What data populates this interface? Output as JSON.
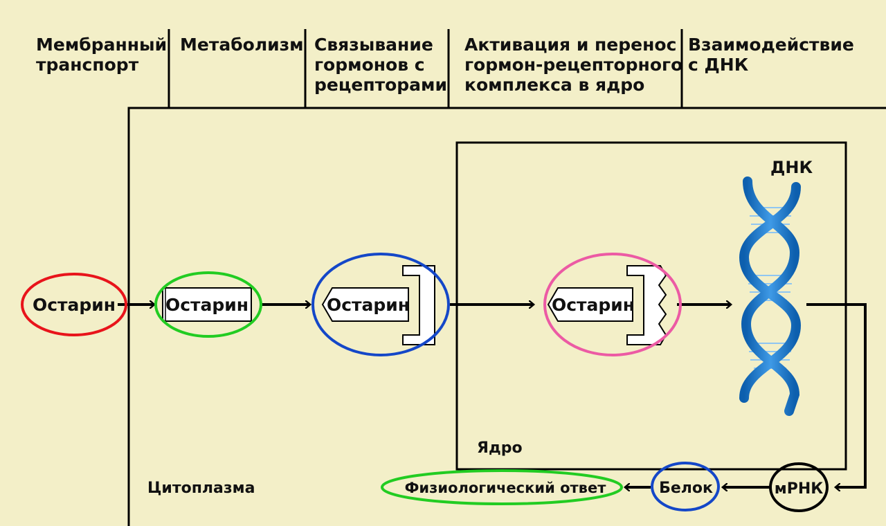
{
  "stages": [
    "Мембранный\nтранспорт",
    "Метаболизм",
    "Связывание\nгормонов с\nрецепторами",
    "Активация и перенос\nгормон-рецепторного\nкомплекса в ядро",
    "Взаимодействие\nс ДНК"
  ],
  "molecule": "Остарин",
  "labels": {
    "dna": "ДНК",
    "nucleus": "Ядро",
    "cytoplasm": "Цитоплазма",
    "mrna": "мРНК",
    "protein": "Белок",
    "response": "Физиологический ответ"
  },
  "colors": {
    "background": "#f3efc8",
    "red": "#e8141b",
    "green": "#22cc22",
    "blue": "#1447c8",
    "pink": "#ec5aa4",
    "dna": "#1f7fd0"
  }
}
